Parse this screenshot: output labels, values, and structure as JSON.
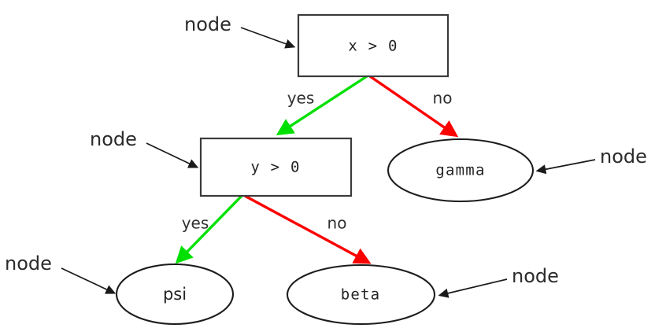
{
  "diagram": {
    "type": "decision-tree",
    "background_color": "#ffffff",
    "colors": {
      "yes_edge": "#00e000",
      "no_edge": "#fc0000",
      "box_stroke": "#3b3b3b",
      "ellipse_stroke": "#1c1c1c",
      "text": "#242424",
      "annotation": "#2b2b2b"
    },
    "nodes": {
      "root": {
        "label": "x > 0",
        "shape": "box"
      },
      "branch": {
        "label": "y > 0",
        "shape": "box"
      },
      "gamma": {
        "label": "gamma",
        "shape": "ellipse"
      },
      "psi": {
        "label": "psi",
        "shape": "ellipse"
      },
      "beta": {
        "label": "beta",
        "shape": "ellipse"
      }
    },
    "edges": [
      {
        "from": "root",
        "to": "branch",
        "label": "yes",
        "color": "#00e000"
      },
      {
        "from": "root",
        "to": "gamma",
        "label": "no",
        "color": "#fc0000"
      },
      {
        "from": "branch",
        "to": "psi",
        "label": "yes",
        "color": "#00e000"
      },
      {
        "from": "branch",
        "to": "beta",
        "label": "no",
        "color": "#fc0000"
      }
    ],
    "edge_labels": {
      "root_yes": "yes",
      "root_no": "no",
      "branch_yes": "yes",
      "branch_no": "no"
    },
    "annotations": [
      {
        "id": "annot-root",
        "text": "node",
        "target": "root"
      },
      {
        "id": "annot-branch",
        "text": "node",
        "target": "branch"
      },
      {
        "id": "annot-gamma",
        "text": "node",
        "target": "gamma"
      },
      {
        "id": "annot-psi",
        "text": "node",
        "target": "psi"
      },
      {
        "id": "annot-beta",
        "text": "node",
        "target": "beta"
      }
    ],
    "annotation_labels": {
      "root": "node",
      "branch": "node",
      "gamma": "node",
      "psi": "node",
      "beta": "node"
    }
  }
}
